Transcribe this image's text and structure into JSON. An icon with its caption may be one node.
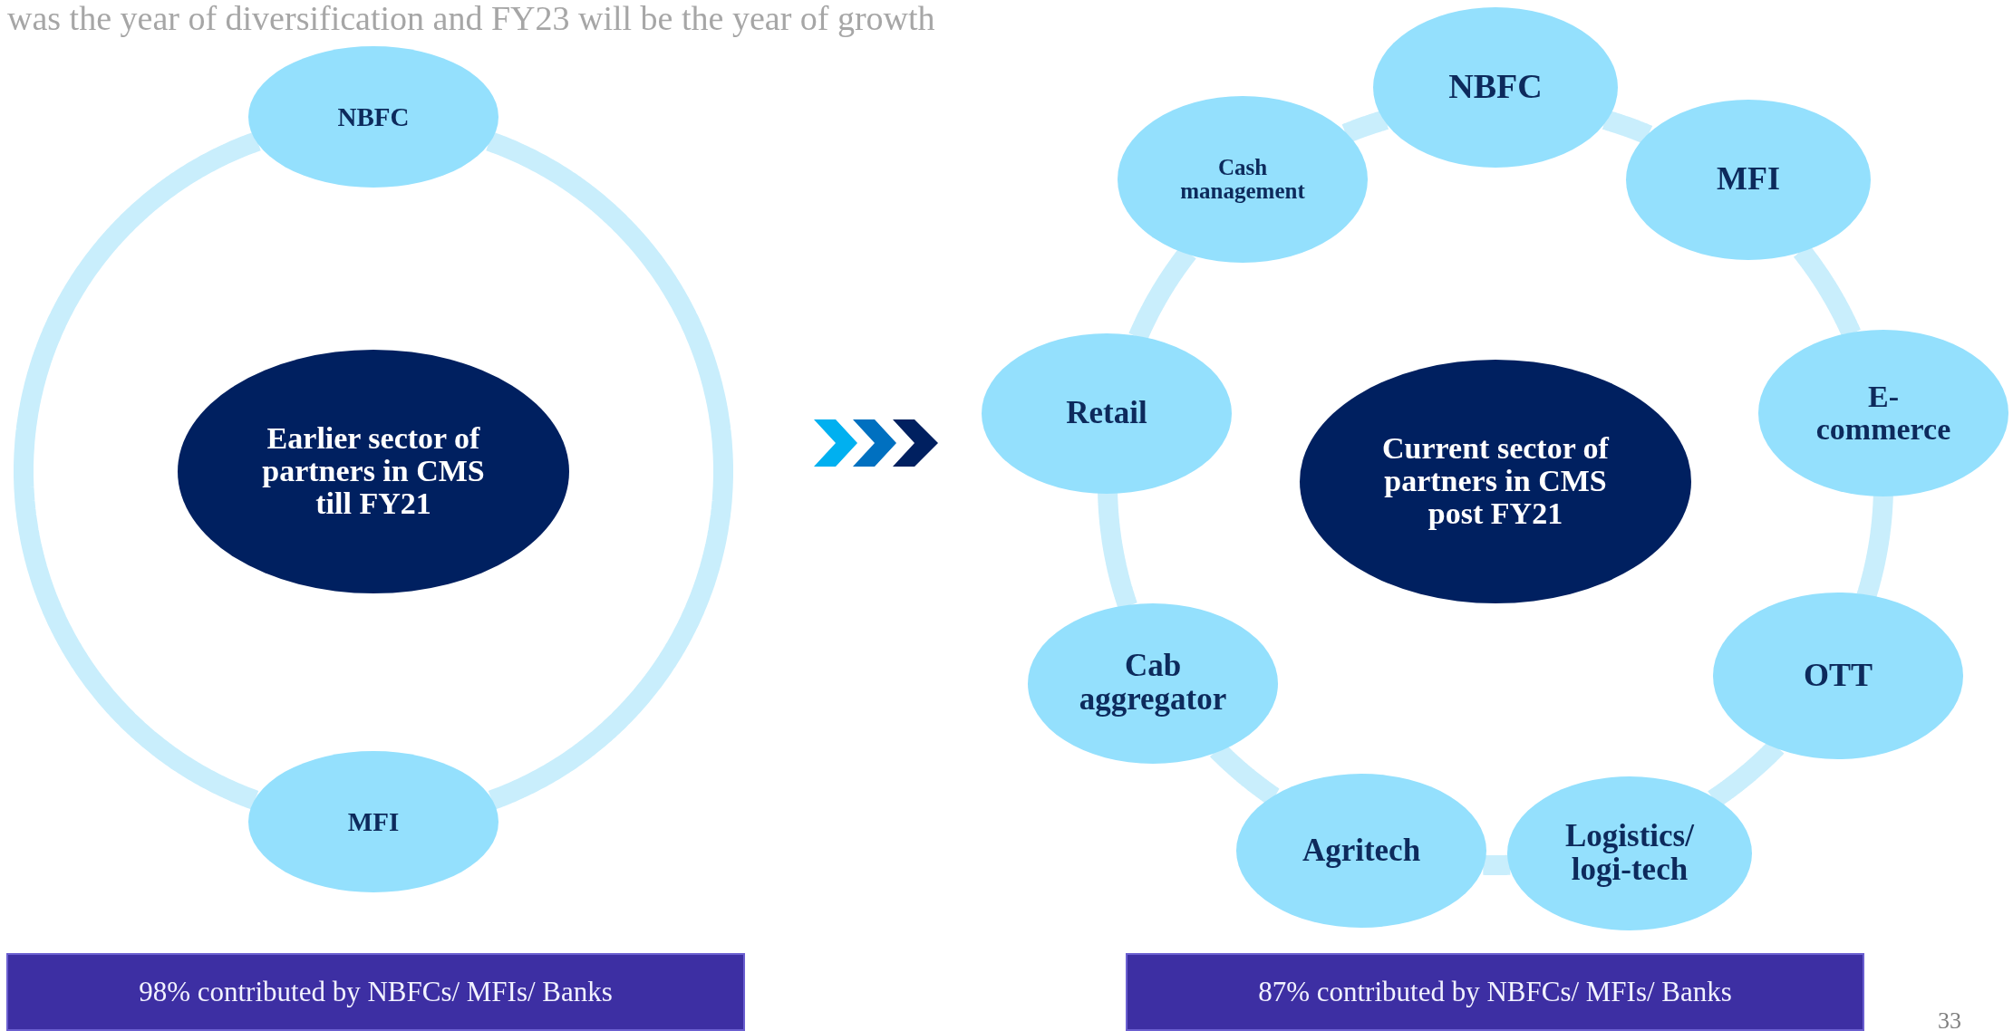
{
  "diagram": {
    "title": "was the year of diversification and FY23 will be the year of growth",
    "nodes": [
      {
        "text": [
          "NBFC"
        ]
      },
      {
        "text": [
          "Earlier sector of partners in CMS till FY21"
        ]
      },
      {
        "text": [
          "MFI"
        ]
      },
      {
        "text": [
          "NBFC"
        ]
      },
      {
        "text": [
          "Cash management"
        ]
      },
      {
        "text": [
          "MFI"
        ]
      },
      {
        "text": [
          "Retail"
        ]
      },
      {
        "text": [
          "Current sector of partners in CMS post FY21"
        ]
      },
      {
        "text": [
          "E-commerce"
        ]
      },
      {
        "text": [
          "Cab aggregator"
        ]
      },
      {
        "text": [
          "OTT"
        ]
      },
      {
        "text": [
          "Agritech"
        ]
      },
      {
        "text": [
          "Logistics/ logi-tech"
        ]
      },
      {
        "text": [
          "98% contributed by NBFCs/ MFIs/ Banks"
        ]
      },
      {
        "text": [
          "87% contributed by NBFCs/ MFIs/ Banks"
        ]
      }
    ],
    "edges": [
      {
        "from": 0,
        "to": 2,
        "arrow": "none"
      },
      {
        "from": 0,
        "to": 2,
        "arrow": "none"
      },
      {
        "from": 3,
        "to": 5,
        "arrow": "none"
      },
      {
        "from": 5,
        "to": 8,
        "arrow": "none"
      },
      {
        "from": 8,
        "to": 10,
        "arrow": "none"
      },
      {
        "from": 10,
        "to": 12,
        "arrow": "none"
      },
      {
        "from": 12,
        "to": 11,
        "arrow": "none"
      },
      {
        "from": 11,
        "to": 9,
        "arrow": "none"
      },
      {
        "from": 9,
        "to": 6,
        "arrow": "none"
      },
      {
        "from": 6,
        "to": 4,
        "arrow": "none"
      },
      {
        "from": 4,
        "to": 3,
        "arrow": "none"
      }
    ],
    "labels": [
      "33"
    ]
  }
}
